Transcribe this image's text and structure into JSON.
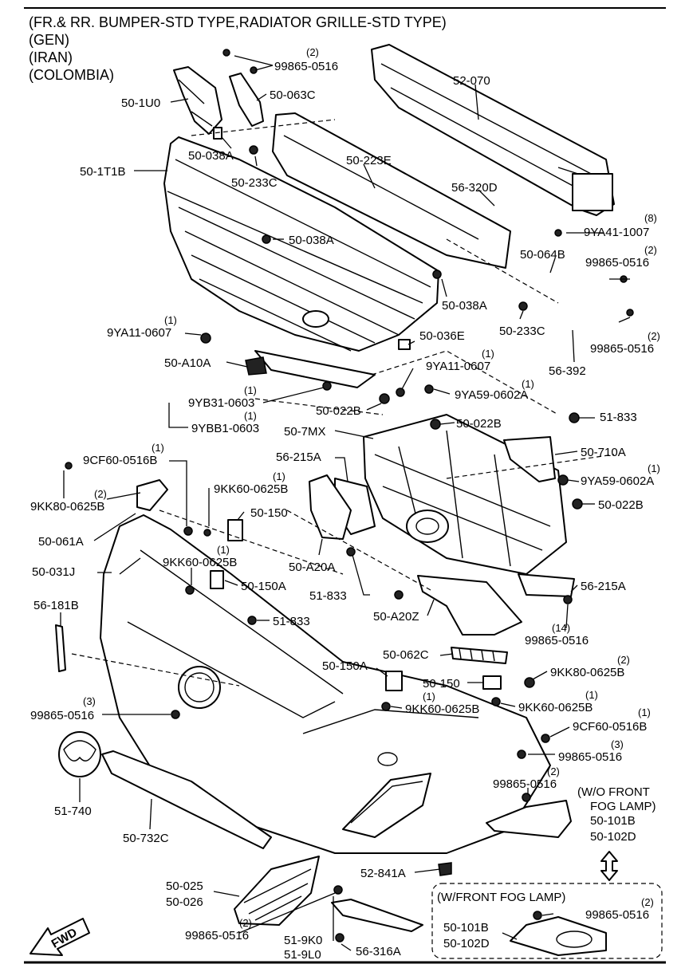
{
  "header": {
    "line1": "(FR.& RR. BUMPER-STD TYPE,RADIATOR GRILLE-STD TYPE)",
    "line2": "(GEN)",
    "line3": "(IRAN)",
    "line4": "(COLOMBIA)"
  },
  "labels": {
    "p99865_0516_top": "99865-0516",
    "q2_top": "(2)",
    "p50_1U0": "50-1U0",
    "p50_063C": "50-063C",
    "p52_070": "52-070",
    "p50_038A_1": "50-038A",
    "p50_1T1B": "50-1T1B",
    "p50_233C_1": "50-233C",
    "p50_223E": "50-223E",
    "p56_320D": "56-320D",
    "q8": "(8)",
    "p9YA41_1007": "9YA41-1007",
    "p50_038A_2": "50-038A",
    "p50_064B": "50-064B",
    "q2_b": "(2)",
    "p99865_0516_b": "99865-0516",
    "p50_038A_3": "50-038A",
    "q1_a": "(1)",
    "p9YA11_0607_a": "9YA11-0607",
    "p50_233C_2": "50-233C",
    "p50_036E": "50-036E",
    "q2_c": "(2)",
    "p99865_0516_c": "99865-0516",
    "p56_392": "56-392",
    "p50_A10A": "50-A10A",
    "q1_b": "(1)",
    "p9YA11_0607_b": "9YA11-0607",
    "q1_c": "(1)",
    "p9YA59_0602A_a": "9YA59-0602A",
    "q1_d": "(1)",
    "p9YB31_0603": "9YB31-0603",
    "q1_e": "(1)",
    "p9YBB1_0603": "9YBB1-0603",
    "p50_022B_a": "50-022B",
    "p51_833_a": "51-833",
    "p50_7MX": "50-7MX",
    "p50_022B_b": "50-022B",
    "p50_710A": "50-710A",
    "q1_f": "(1)",
    "p9CF60_0516B_a": "9CF60-0516B",
    "p56_215A_a": "56-215A",
    "q1_g": "(1)",
    "p9YA59_0602A_b": "9YA59-0602A",
    "q2_d": "(2)",
    "p9KK80_0625B_a": "9KK80-0625B",
    "q1_h": "(1)",
    "p9KK60_0625B_a": "9KK60-0625B",
    "p50_022B_c": "50-022B",
    "p50_150_a": "50-150",
    "p50_061A": "50-061A",
    "q1_i": "(1)",
    "p9KK60_0625B_b": "9KK60-0625B",
    "p50_A20A": "50-A20A",
    "p50_031J": "50-031J",
    "p50_150A_a": "50-150A",
    "p51_833_b": "51-833",
    "p56_215A_b": "56-215A",
    "p56_181B": "56-181B",
    "p51_833_c": "51-833",
    "p50_A20Z": "50-A20Z",
    "q14": "(14)",
    "p99865_0516_d": "99865-0516",
    "p50_062C": "50-062C",
    "q2_e": "(2)",
    "p50_150A_b": "50-150A",
    "p9KK80_0625B_b": "9KK80-0625B",
    "p50_150_b": "50-150",
    "q1_j": "(1)",
    "q3_a": "(3)",
    "p99865_0516_e": "99865-0516",
    "q1_k": "(1)",
    "p9KK60_0625B_c": "9KK60-0625B",
    "p9KK60_0625B_d": "9KK60-0625B",
    "q1_l": "(1)",
    "p9CF60_0516B_b": "9CF60-0516B",
    "q3_b": "(3)",
    "p99865_0516_f": "99865-0516",
    "q2_f": "(2)",
    "p99865_0516_g": "99865-0516",
    "wo_fog_1": "(W/O FRONT",
    "wo_fog_2": "FOG LAMP)",
    "p50_101B_a": "50-101B",
    "p50_102D_a": "50-102D",
    "p51_740": "51-740",
    "p50_732C": "50-732C",
    "p52_841A": "52-841A",
    "p50_025": "50-025",
    "p50_026": "50-026",
    "w_fog": "(W/FRONT FOG LAMP)",
    "q2_g": "(2)",
    "p99865_0516_h": "99865-0516",
    "q2_h": "(2)",
    "p99865_0516_i": "99865-0516",
    "p50_101B_b": "50-101B",
    "p50_102D_b": "50-102D",
    "p51_9K0": "51-9K0",
    "p51_9L0": "51-9L0",
    "p56_316A": "56-316A",
    "fwd": "FWD"
  }
}
